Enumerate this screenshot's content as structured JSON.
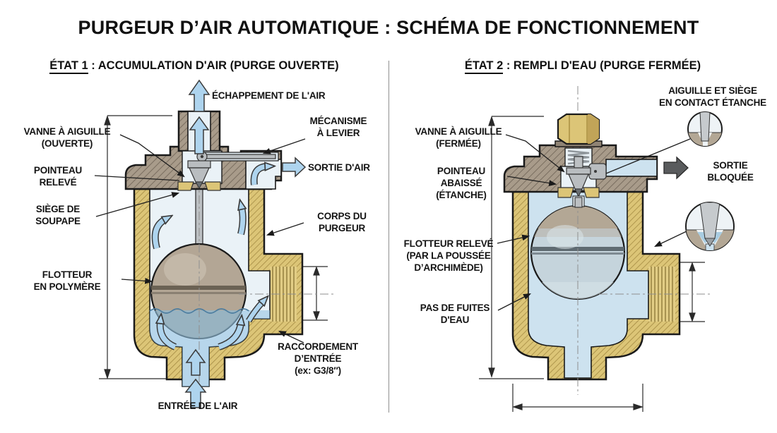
{
  "title": "PURGEUR D’AIR AUTOMATIQUE : SCHÉMA DE FONCTIONNEMENT",
  "left": {
    "subtitle": {
      "prefix": "ÉTAT 1",
      "rest": " : ACCUMULATION D'AIR (PURGE OUVERTE)"
    },
    "labels": {
      "echappement": "ÉCHAPPEMENT DE L'AIR",
      "vanne": [
        "VANNE À AIGUILLE",
        "(OUVERTE)"
      ],
      "mecanisme": [
        "MÉCANISME",
        "À LEVIER"
      ],
      "pointeau": [
        "POINTEAU",
        "RELEVÉ"
      ],
      "sortie": "SORTIE D'AIR",
      "siege": [
        "SIÈGE DE",
        "SOUPAPE"
      ],
      "corps": [
        "CORPS DU",
        "PURGEUR"
      ],
      "flotteur": [
        "FLOTTEUR",
        "EN POLYMÈRE"
      ],
      "raccordement": [
        "RACCORDEMENT",
        "D’ENTRÉE",
        "(ex: G3/8″)"
      ],
      "entree": "ENTRÉE DE L'AIR"
    }
  },
  "right": {
    "subtitle": {
      "prefix": "ÉTAT 2",
      "rest": " : REMPLI D'EAU (PURGE FERMÉE)"
    },
    "labels": {
      "aiguille_siege": [
        "AIGUILLE ET SIÈGE",
        "EN CONTACT ÉTANCHE"
      ],
      "vanne": [
        "VANNE À AIGUILLE",
        "(FERMÉE)"
      ],
      "pointeau": [
        "POINTEAU",
        "ABAISSÉ",
        "(ÉTANCHE)"
      ],
      "sortie": [
        "SORTIE",
        "BLOQUÉE"
      ],
      "flotteur": [
        "FLOTTEUR RELEVÉ",
        "(PAR LA POUSSÉE",
        "D’ARCHIMÈDE)"
      ],
      "fuites": [
        "PAS DE FUITES",
        "D'EAU"
      ]
    }
  },
  "colors": {
    "taupe_metal": "#a89b8a",
    "brass": "#dcc577",
    "air": "#eaf2f7",
    "water": "#cde2ef",
    "flow_arrow": "#aed4ee",
    "blocked_arrow": "#595b5d",
    "float_left": "#b3a695",
    "float_right": "#c5d4dc",
    "line": "#1a1a1a"
  }
}
